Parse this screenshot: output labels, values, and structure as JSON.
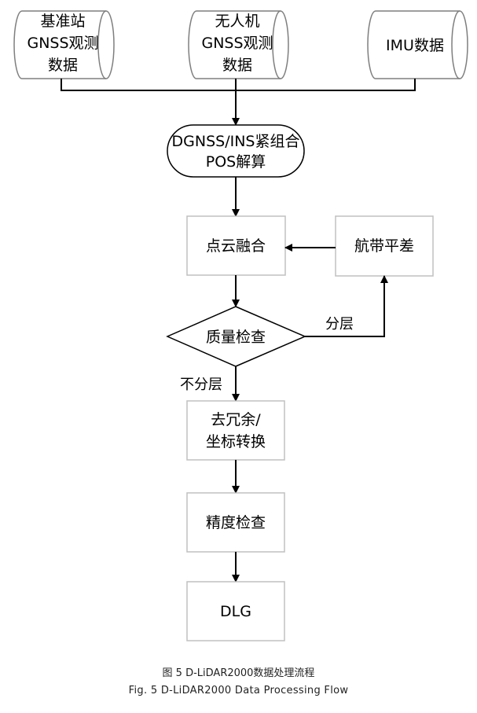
{
  "nodes": {
    "base_station": [
      "基准站",
      "GNSS观测",
      "数据"
    ],
    "uav": [
      "无人机",
      "GNSS观测",
      "数据"
    ],
    "imu": [
      "IMU数据"
    ],
    "dgnss": [
      "DGNSS/INS紧组合",
      "POS解算"
    ],
    "fusion": [
      "点云融合"
    ],
    "strip": [
      "航带平差"
    ],
    "quality": [
      "质量检查"
    ],
    "dedup": [
      "去冗余/",
      "坐标转换"
    ],
    "accuracy": [
      "精度检查"
    ],
    "dlg": [
      "DLG"
    ]
  },
  "edges": {
    "layered": "分层",
    "not_layered": "不分层"
  },
  "caption": {
    "cn": "图 5 D-LiDAR2000数据处理流程",
    "en": "Fig. 5 D-LiDAR2000 Data Processing Flow"
  }
}
